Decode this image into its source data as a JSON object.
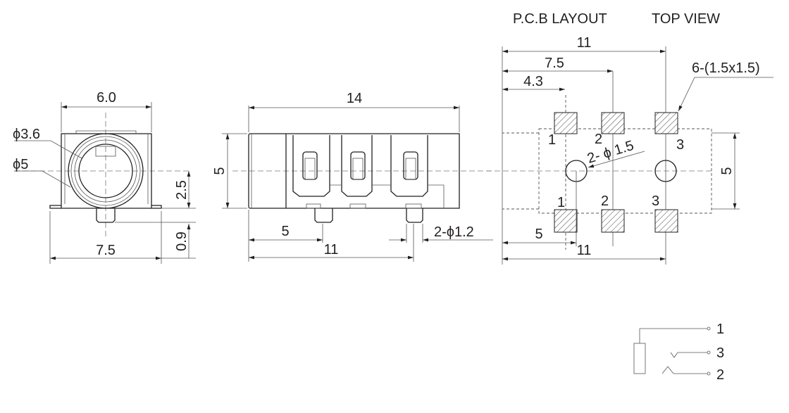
{
  "titles": {
    "pcb_layout": "P.C.B LAYOUT",
    "top_view": "TOP VIEW"
  },
  "front_view": {
    "width_top": "6.0",
    "width_bottom": "7.5",
    "dia_inner": "ϕ3.6",
    "dia_outer": "ϕ5",
    "height_center": "2.5",
    "pin_height": "0.9"
  },
  "side_view": {
    "length": "14",
    "height": "5",
    "pin1_pos": "5",
    "pin2_pos": "11",
    "pin_dia": "2-ϕ1.2"
  },
  "pcb": {
    "dim_total": "11",
    "dim_mid": "7.5",
    "dim_first": "4.3",
    "pad_spec": "6-(1.5x1.5)",
    "hole_spec": "2- ϕ 1.5",
    "height": "5",
    "bottom_hole": "5",
    "bottom_total": "11",
    "top_pad_labels": [
      "1",
      "2",
      "3"
    ],
    "bottom_pad_labels": [
      "1",
      "2",
      "3"
    ]
  },
  "schematic": {
    "pins": [
      "1",
      "3",
      "2"
    ]
  }
}
